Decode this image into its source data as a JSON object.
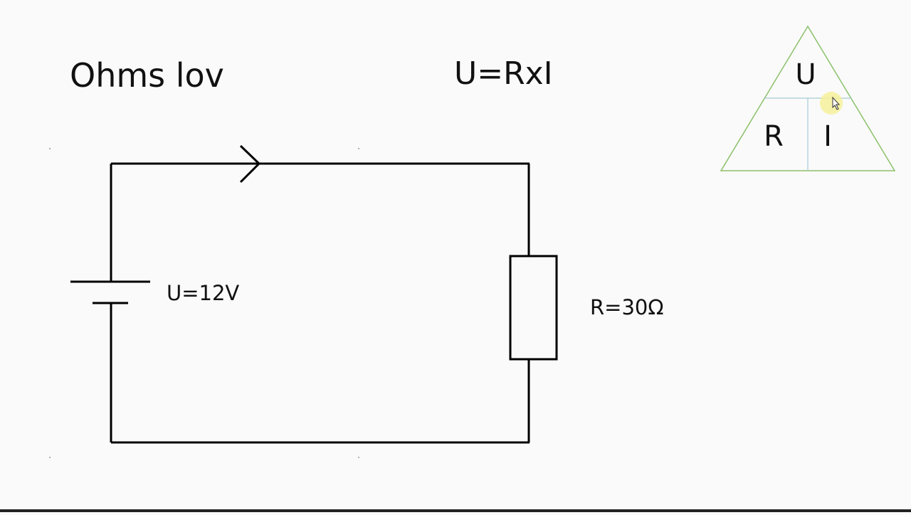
{
  "title": "Ohms lov",
  "formula": "U=RxI",
  "voltage_label": "U=12V",
  "resistance_label": "R=30Ω",
  "triangle": {
    "top": "U",
    "bottom_left": "R",
    "bottom_right": "I"
  },
  "colors": {
    "background": "#fafafa",
    "wire": "#000000",
    "triangle_stroke": "#8cc06a",
    "triangle_divider": "#a7c9d8",
    "cursor_highlight": "#f6f09a"
  },
  "icons": {
    "cursor": "mouse-pointer-icon"
  }
}
